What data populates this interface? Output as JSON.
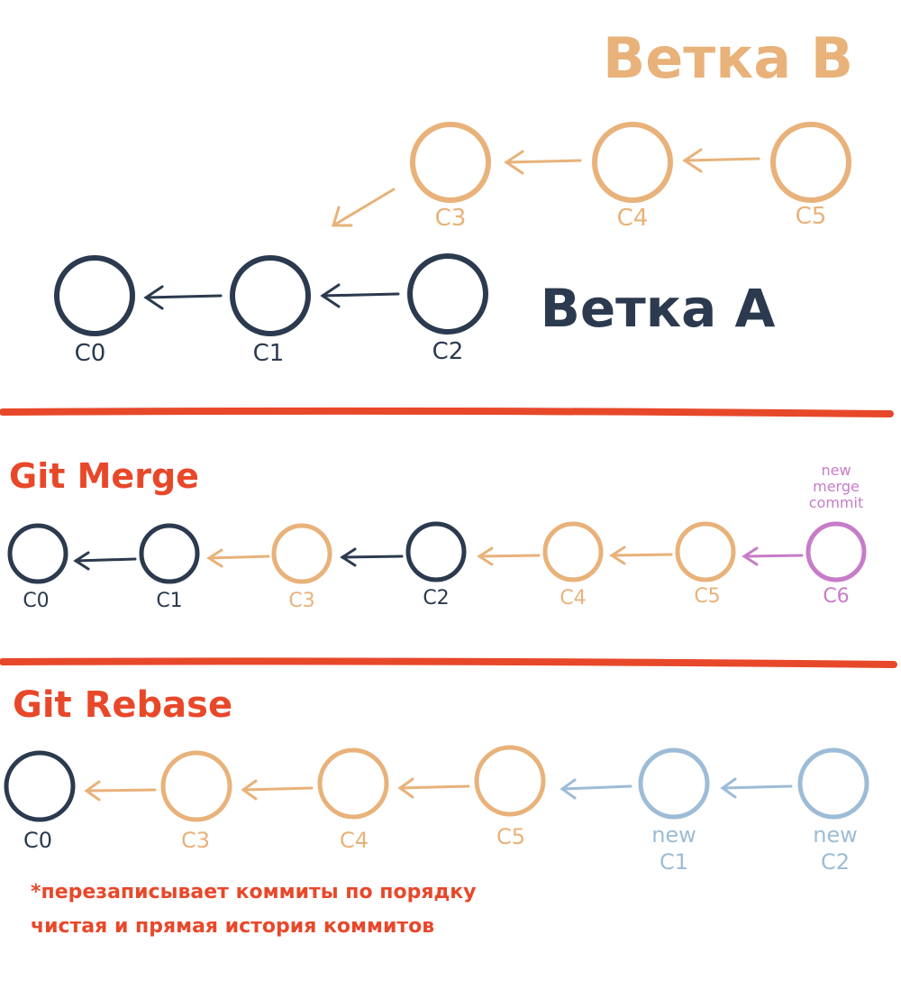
{
  "colors": {
    "dark": "#2b3a4e",
    "orange": "#e8b27a",
    "red": "#e8482a",
    "purple": "#c77cc8",
    "blue": "#9dbcd6"
  },
  "top": {
    "branch_b_title": "Ветка B",
    "branch_a_title": "Ветка A",
    "branch_b_commits": [
      "C3",
      "C4",
      "C5"
    ],
    "branch_a_commits": [
      "C0",
      "C1",
      "C2"
    ]
  },
  "merge": {
    "title": "Git Merge",
    "commits": [
      "C0",
      "C1",
      "C3",
      "C2",
      "C4",
      "C5",
      "C6"
    ],
    "note_lines": [
      "new",
      "merge",
      "commit"
    ]
  },
  "rebase": {
    "title": "Git Rebase",
    "commits": [
      {
        "line1": "C0",
        "line2": ""
      },
      {
        "line1": "C3",
        "line2": ""
      },
      {
        "line1": "C4",
        "line2": ""
      },
      {
        "line1": "C5",
        "line2": ""
      },
      {
        "line1": "new",
        "line2": "C1"
      },
      {
        "line1": "new",
        "line2": "C2"
      }
    ],
    "notes": [
      "*перезаписывает коммиты по порядку",
      "чистая и прямая история коммитов"
    ]
  }
}
